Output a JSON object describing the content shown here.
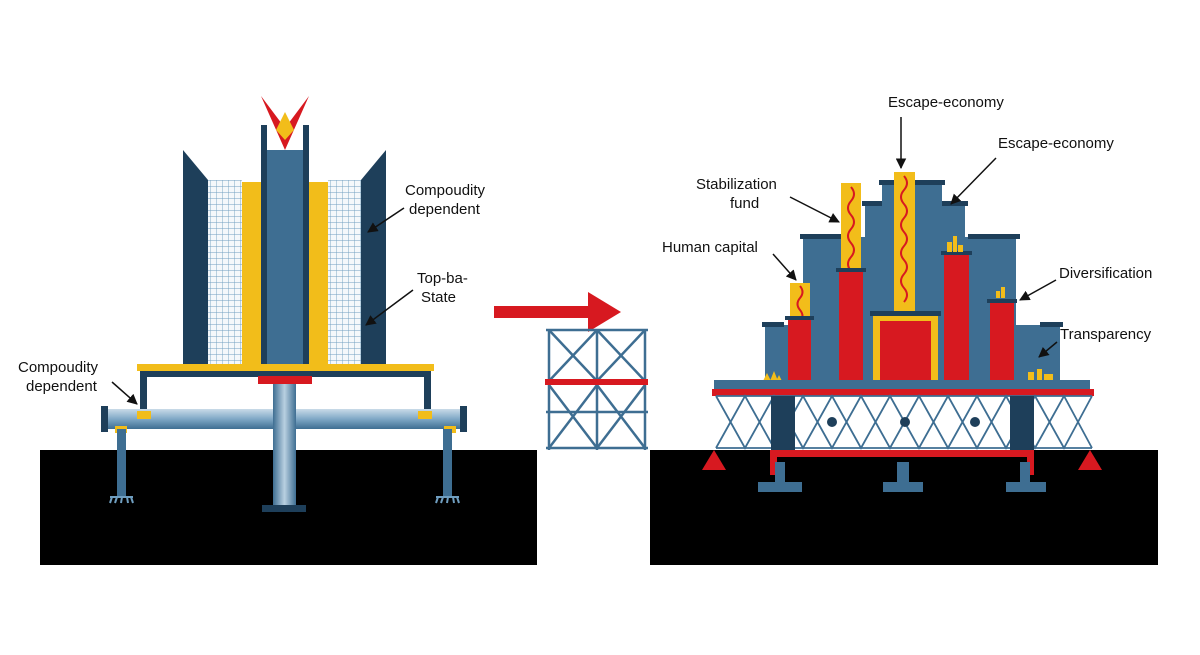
{
  "colors": {
    "navy": "#1e3f5a",
    "steel": "#3e6e92",
    "pipe": "#6f9ec0",
    "yellow": "#f2bd1a",
    "red": "#d71920",
    "ground": "#000000",
    "grid": "#8cb4d2"
  },
  "left_structure": {
    "labels": {
      "commodity_top": [
        "Compoudity",
        "dependent"
      ],
      "top_state": [
        "Top-ba-",
        "State"
      ],
      "commodity_bottom": [
        "Compoudity",
        "dependent"
      ]
    }
  },
  "transition": {
    "arrow_icon": "right-arrow-icon",
    "scaffold_icon": "scaffold-icon"
  },
  "right_structure": {
    "labels": {
      "escape_top": "Escape-economy",
      "escape_right": "Escape-economy",
      "stabilization": [
        "Stabilization",
        "fund"
      ],
      "human_capital": "Human capital",
      "diversification": "Diversification",
      "transparency": "Transparency"
    }
  }
}
